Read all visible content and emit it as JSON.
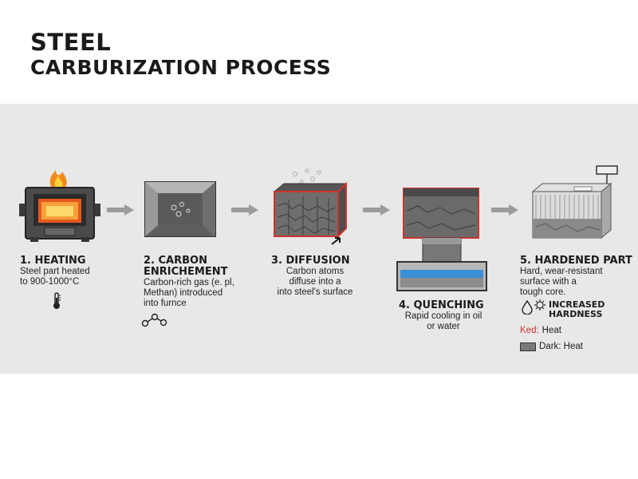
{
  "title": {
    "line1": "STEEL",
    "line2": "CARBURIZATION PROCESS"
  },
  "steps": [
    {
      "title": "1. HEATING",
      "description": "Steel part heated\nto 900-1000°C"
    },
    {
      "title": "2. CARBON\nENRICHEMENT",
      "description": "Carbon-rich gas (e. pl,\nMethan) introduced\ninto furnce"
    },
    {
      "title": "3. DIFFUSION",
      "description": "Carbon atoms\ndiffuse into a\ninto steel's surface"
    },
    {
      "title": "4. QUENCHING",
      "description": "Rapid cooling in oil\nor water"
    },
    {
      "title": "5. HARDENED PART",
      "description": "Hard, wear-resistant\nsurface with a\ntough core."
    }
  ],
  "hardness_label": "INCREASED\nHARDNESS",
  "legend": [
    {
      "key": "Ked:",
      "text": "Heat",
      "color": "#d0332c"
    },
    {
      "key": "",
      "text": "Dark: Heat",
      "color": "#7a7a7a"
    }
  ],
  "colors": {
    "band": "#e8e8e8",
    "arrow": "#9b9b9b",
    "hot": "#d0332c",
    "steel": "#7f7f7f",
    "water": "#3a8fd6"
  },
  "icons": [
    "flame-icon",
    "thermometer-icon",
    "molecule-icon",
    "droplet-icon",
    "hardness-icon",
    "arrow-icon"
  ]
}
